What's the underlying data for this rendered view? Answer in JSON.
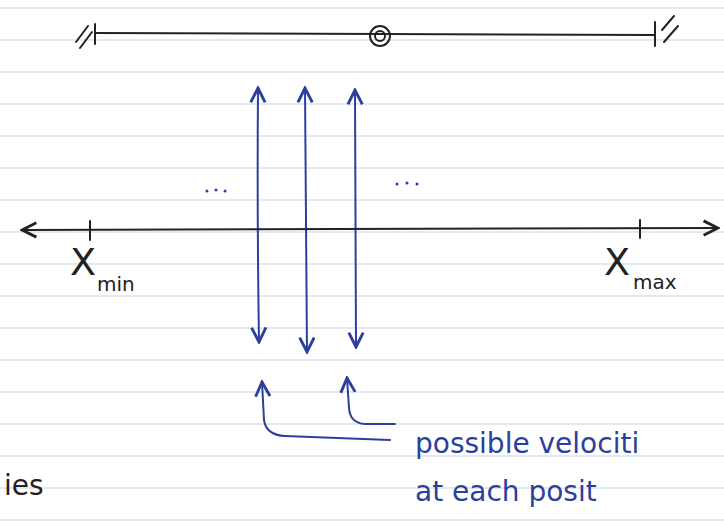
{
  "diagram": {
    "labels": [
      "X",
      "min",
      "X",
      "max",
      "possible velociti",
      "at each posit",
      "ies"
    ]
  }
}
